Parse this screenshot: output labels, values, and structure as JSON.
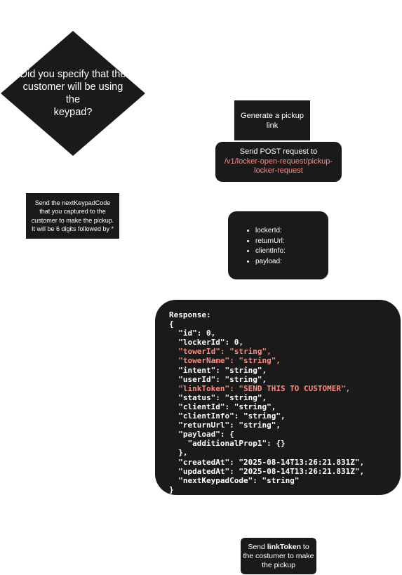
{
  "decision": {
    "lines": [
      "Did you specify that the",
      "customer will be using the",
      "keypad?"
    ]
  },
  "generate_link": {
    "label": "Generate a pickup link"
  },
  "post_request": {
    "label": "Send POST request to",
    "endpoint": "/v1/locker-open-request/pickup-locker-request"
  },
  "keypad_step": {
    "label": "Send the nextKeypadCode that you captured to the customer to make the pickup. It will be 6 digits followed by *"
  },
  "request_params": {
    "items": [
      "lockerId:",
      "returnUrl:",
      "clientInfo:",
      "payload:"
    ]
  },
  "response": {
    "lines": [
      {
        "text": "Response:",
        "highlight": false
      },
      {
        "text": "{",
        "highlight": false
      },
      {
        "text": "  \"id\": 0,",
        "highlight": false
      },
      {
        "text": "  \"lockerId\": 0,",
        "highlight": false
      },
      {
        "text": "  \"towerId\": \"string\",",
        "highlight": true
      },
      {
        "text": "  \"towerName\": \"string\",",
        "highlight": true
      },
      {
        "text": "  \"intent\": \"string\",",
        "highlight": false
      },
      {
        "text": "  \"userId\": \"string\",",
        "highlight": false
      },
      {
        "text": "  \"linkToken\": \"SEND THIS TO CUSTOMER\",",
        "highlight": true
      },
      {
        "text": "  \"status\": \"string\",",
        "highlight": false
      },
      {
        "text": "  \"clientId\": \"string\",",
        "highlight": false
      },
      {
        "text": "  \"clientInfo\": \"string\",",
        "highlight": false
      },
      {
        "text": "  \"returnUrl\": \"string\",",
        "highlight": false
      },
      {
        "text": "  \"payload\": {",
        "highlight": false
      },
      {
        "text": "    \"additionalProp1\": {}",
        "highlight": false
      },
      {
        "text": "  },",
        "highlight": false
      },
      {
        "text": "  \"createdAt\": \"2025-08-14T13:26:21.831Z\",",
        "highlight": false
      },
      {
        "text": "  \"updatedAt\": \"2025-08-14T13:26:21.831Z\",",
        "highlight": false
      },
      {
        "text": "  \"nextKeypadCode\": \"string\"",
        "highlight": false
      },
      {
        "text": "}",
        "highlight": false
      }
    ]
  },
  "send_token": {
    "prefix": "Send ",
    "bold": "linkToken",
    "suffix": " to the costumer to make the pickup"
  },
  "colors": {
    "node_bg": "#1a1a1a",
    "text": "#ffffff",
    "highlight": "#ff8a80"
  }
}
